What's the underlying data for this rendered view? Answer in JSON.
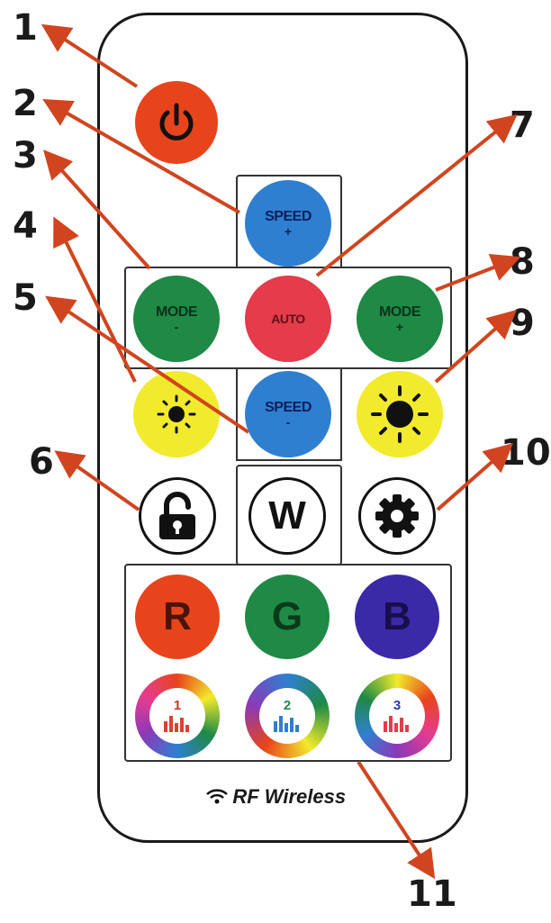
{
  "callouts": [
    "1",
    "2",
    "3",
    "4",
    "5",
    "6",
    "7",
    "8",
    "9",
    "10",
    "11"
  ],
  "buttons": {
    "speed_up": {
      "line1": "SPEED",
      "line2": "+"
    },
    "mode_down": {
      "line1": "MODE",
      "line2": "-"
    },
    "auto": {
      "line1": "AUTO"
    },
    "mode_up": {
      "line1": "MODE",
      "line2": "+"
    },
    "speed_down": {
      "line1": "SPEED",
      "line2": "-"
    },
    "white": {
      "label": "W"
    },
    "red": {
      "label": "R"
    },
    "green": {
      "label": "G"
    },
    "blue": {
      "label": "B"
    },
    "music1": {
      "label": "1"
    },
    "music2": {
      "label": "2"
    },
    "music3": {
      "label": "3"
    }
  },
  "footer": {
    "label": "RF Wireless"
  },
  "colors": {
    "power": "#e8441c",
    "speed": "#2f7fd0",
    "mode": "#1e8a45",
    "auto": "#e53b4b",
    "sun": "#f2ea2c",
    "r": "#e8441c",
    "g": "#1e8a45",
    "b": "#3a2aa8",
    "arrow": "#d0451f"
  },
  "icons": [
    "power-icon",
    "sun-small-icon",
    "sun-large-icon",
    "lock-icon",
    "gear-icon",
    "wifi-icon",
    "music-bars-icon"
  ]
}
